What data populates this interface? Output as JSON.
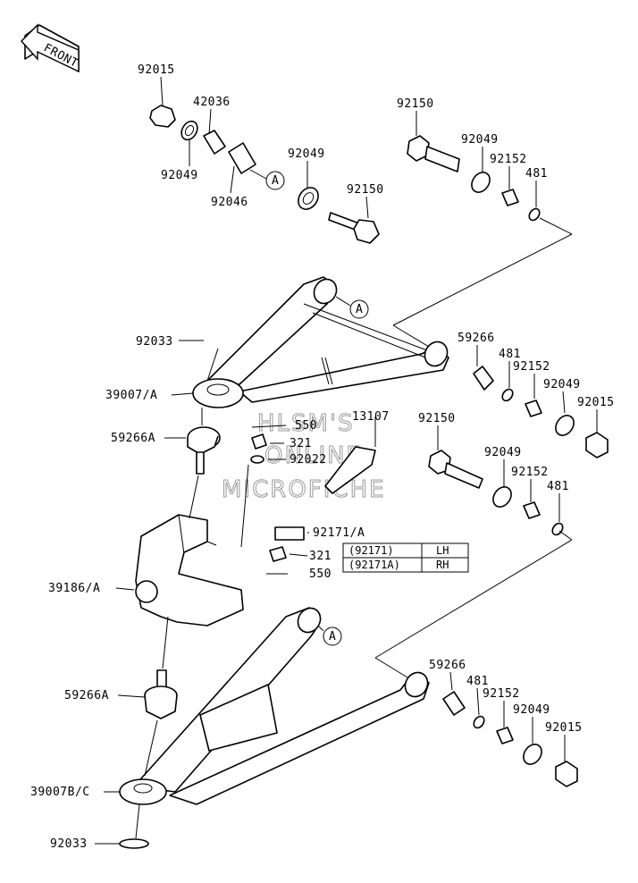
{
  "front_arrow": "FRONT",
  "callout_letter": "A",
  "labels": {
    "n92015_top": "92015",
    "n42036": "42036",
    "n92049_a": "92049",
    "n92046": "92046",
    "n92049_b": "92049",
    "n92150_a": "92150",
    "n92150_b": "92150",
    "n92049_c": "92049",
    "n92152_a": "92152",
    "n481_a": "481",
    "n59266_a": "59266",
    "n481_b": "481",
    "n92152_b": "92152",
    "n92049_d": "92049",
    "n92015_b": "92015",
    "n92033_a": "92033",
    "n39007a": "39007/A",
    "n59266A_a": "59266A",
    "n550_a": "550",
    "n321_a": "321",
    "n92022": "92022",
    "n13107": "13107",
    "n92150_c": "92150",
    "n92049_e": "92049",
    "n92152_c": "92152",
    "n481_c": "481",
    "n92171a": "92171/A",
    "n321_b": "321",
    "n550_b": "550",
    "n39186a": "39186/A",
    "n59266_b": "59266",
    "n481_d": "481",
    "n92152_d": "92152",
    "n92049_f": "92049",
    "n92015_c": "92015",
    "n59266A_b": "59266A",
    "n39007bc": "39007B/C",
    "n92033_b": "92033"
  },
  "table": {
    "rows": [
      {
        "part": "(92171)",
        "side": "LH"
      },
      {
        "part": "(92171A)",
        "side": "RH"
      }
    ]
  },
  "watermark": [
    "HLSM'S",
    "ONLINE",
    "MICROFICHE"
  ]
}
